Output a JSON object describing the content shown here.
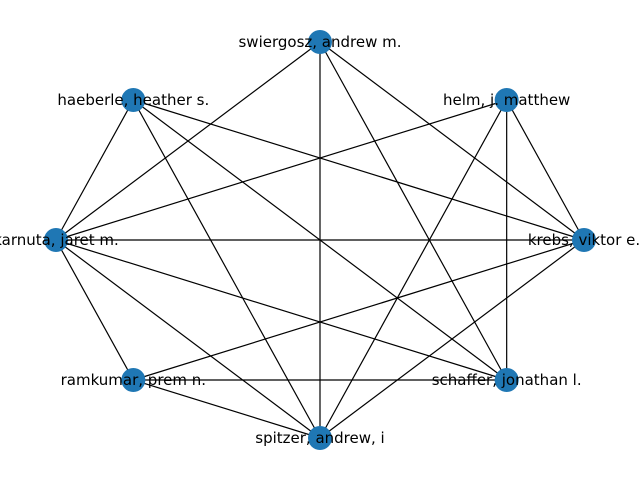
{
  "graph": {
    "node_color": "#1f77b4",
    "edge_color": "#000000",
    "nodes": [
      {
        "id": "swiergosz",
        "label": "swiergosz, andrew m."
      },
      {
        "id": "helm",
        "label": "helm, j. matthew"
      },
      {
        "id": "krebs",
        "label": "krebs, viktor e."
      },
      {
        "id": "schaffer",
        "label": "schaffer, jonathan l."
      },
      {
        "id": "spitzer",
        "label": "spitzer, andrew, i"
      },
      {
        "id": "ramkumar",
        "label": "ramkumar, prem n."
      },
      {
        "id": "karnuta",
        "label": "karnuta, jaret m."
      },
      {
        "id": "haeberle",
        "label": "haeberle, heather s."
      }
    ],
    "edges": [
      [
        "swiergosz",
        "spitzer"
      ],
      [
        "swiergosz",
        "karnuta"
      ],
      [
        "swiergosz",
        "krebs"
      ],
      [
        "swiergosz",
        "schaffer"
      ],
      [
        "helm",
        "karnuta"
      ],
      [
        "helm",
        "krebs"
      ],
      [
        "helm",
        "schaffer"
      ],
      [
        "helm",
        "spitzer"
      ],
      [
        "krebs",
        "haeberle"
      ],
      [
        "krebs",
        "karnuta"
      ],
      [
        "krebs",
        "ramkumar"
      ],
      [
        "krebs",
        "spitzer"
      ],
      [
        "schaffer",
        "karnuta"
      ],
      [
        "schaffer",
        "haeberle"
      ],
      [
        "schaffer",
        "ramkumar"
      ],
      [
        "spitzer",
        "haeberle"
      ],
      [
        "spitzer",
        "karnuta"
      ],
      [
        "spitzer",
        "ramkumar"
      ],
      [
        "ramkumar",
        "karnuta"
      ],
      [
        "karnuta",
        "haeberle"
      ]
    ]
  }
}
